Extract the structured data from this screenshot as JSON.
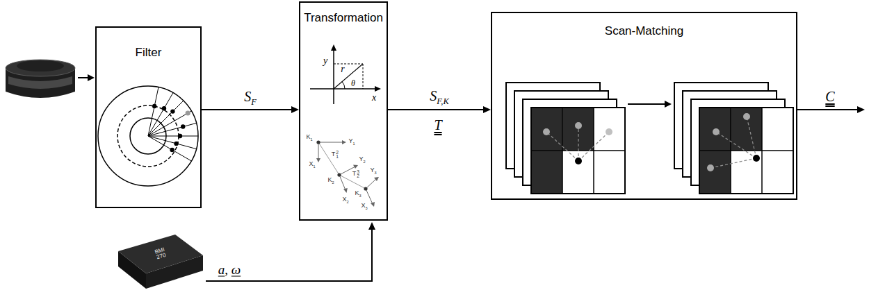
{
  "diagram": {
    "nodes": [
      {
        "text": [
          "Filter"
        ]
      },
      {
        "text": [
          "Transformation"
        ]
      },
      {
        "text": [
          "Scan-Matching"
        ]
      }
    ],
    "edges": [
      {
        "from": 0,
        "to": 1,
        "arrow": "to",
        "label": "SF"
      },
      {
        "from": 1,
        "to": 2,
        "arrow": "to",
        "label": "SF,K"
      }
    ],
    "labels": [
      "T",
      "C",
      "a, ω",
      "y",
      "r",
      "θ",
      "x",
      "K1",
      "Y1",
      "X1",
      "T12",
      "K2",
      "Y2",
      "X2",
      "T23",
      "K3",
      "Y3",
      "X3",
      "BMI 270"
    ]
  }
}
